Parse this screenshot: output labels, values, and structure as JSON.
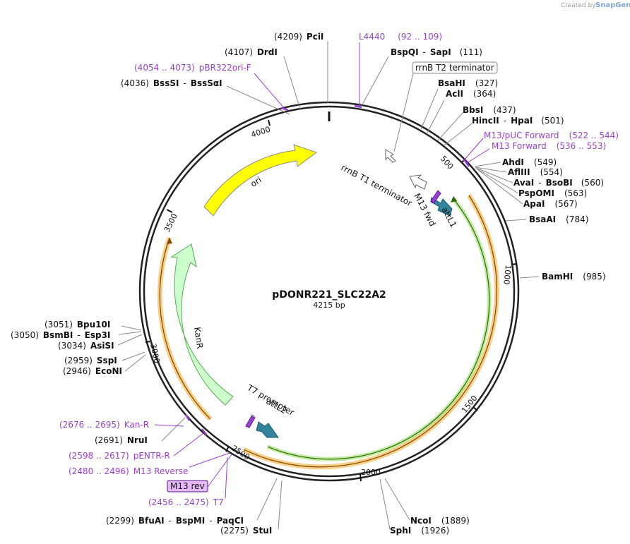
{
  "watermark": {
    "created_by": "Created by",
    "brand": "SnapGene"
  },
  "plasmid": {
    "name": "pDONR221_SLC22A2",
    "length_label": "4215 bp"
  },
  "ticks": [
    "500",
    "1000",
    "1500",
    "2000",
    "2500",
    "3000",
    "3500",
    "4000"
  ],
  "features": {
    "ori": "ori",
    "kanr": "KanR",
    "rrnb_t1": "rrnB T1 terminator",
    "rrnb_t2": "rrnB T2 terminator",
    "attl1": "attL1",
    "m13_fwd": "M13 fwd",
    "t7_promoter": "T7 promoter",
    "attl2": "attL2",
    "m13_rev": "M13 rev"
  },
  "sites": [
    {
      "pos": "(4209)",
      "name": "PciI"
    },
    {
      "pos": "(4107)",
      "name": "DrdI"
    },
    {
      "pos": "(4036)",
      "name": "BssSI",
      "name2": "BssSαI"
    },
    {
      "name": "BspQI",
      "name2": "SapI",
      "pos": "(111)"
    },
    {
      "name": "BsaHI",
      "pos": "(327)"
    },
    {
      "name": "AclI",
      "pos": "(364)"
    },
    {
      "name": "BbsI",
      "pos": "(437)"
    },
    {
      "name": "HincII",
      "name2": "HpaI",
      "pos": "(501)"
    },
    {
      "name": "AhdI",
      "pos": "(549)"
    },
    {
      "name": "AflIII",
      "pos": "(554)"
    },
    {
      "name": "AvaI",
      "name2": "BsoBI",
      "pos": "(560)"
    },
    {
      "name": "PspOMI",
      "pos": "(563)"
    },
    {
      "name": "ApaI",
      "pos": "(567)"
    },
    {
      "name": "BsaAI",
      "pos": "(784)"
    },
    {
      "name": "BamHI",
      "pos": "(985)"
    },
    {
      "pos": "(3051)",
      "name": "Bpu10I"
    },
    {
      "pos": "(3050)",
      "name": "BsmBI",
      "name2": "Esp3I"
    },
    {
      "pos": "(3034)",
      "name": "AsiSI"
    },
    {
      "pos": "(2959)",
      "name": "SspI"
    },
    {
      "pos": "(2946)",
      "name": "EcoNI"
    },
    {
      "pos": "(2691)",
      "name": "NruI"
    },
    {
      "pos": "(2299)",
      "name": "BfuAI",
      "name2": "BspMI",
      "name3": "PaqCI"
    },
    {
      "pos": "(2275)",
      "name": "StuI"
    },
    {
      "name": "NcoI",
      "pos": "(1889)"
    },
    {
      "name": "SphI",
      "pos": "(1926)"
    }
  ],
  "primers": [
    {
      "name": "L4440",
      "range": "(92 .. 109)"
    },
    {
      "range": "(4054 .. 4073)",
      "name": "pBR322ori-F"
    },
    {
      "name": "M13/pUC Forward",
      "range": "(522 .. 544)"
    },
    {
      "name": "M13 Forward",
      "range": "(536 .. 553)"
    },
    {
      "range": "(2676 .. 2695)",
      "name": "Kan-R"
    },
    {
      "range": "(2598 .. 2617)",
      "name": "pENTR-R"
    },
    {
      "range": "(2480 .. 2496)",
      "name": "M13 Reverse"
    },
    {
      "range": "(2456 .. 2475)",
      "name": "T7"
    }
  ],
  "colors": {
    "ori": "#ffff00",
    "kanr": "#ccffcc",
    "att": "#31849b",
    "insert_green": "#339900",
    "insert_orange": "#f5a623",
    "primer": "#9a3fd6",
    "m13rev_fill": "#e7b8f7"
  }
}
